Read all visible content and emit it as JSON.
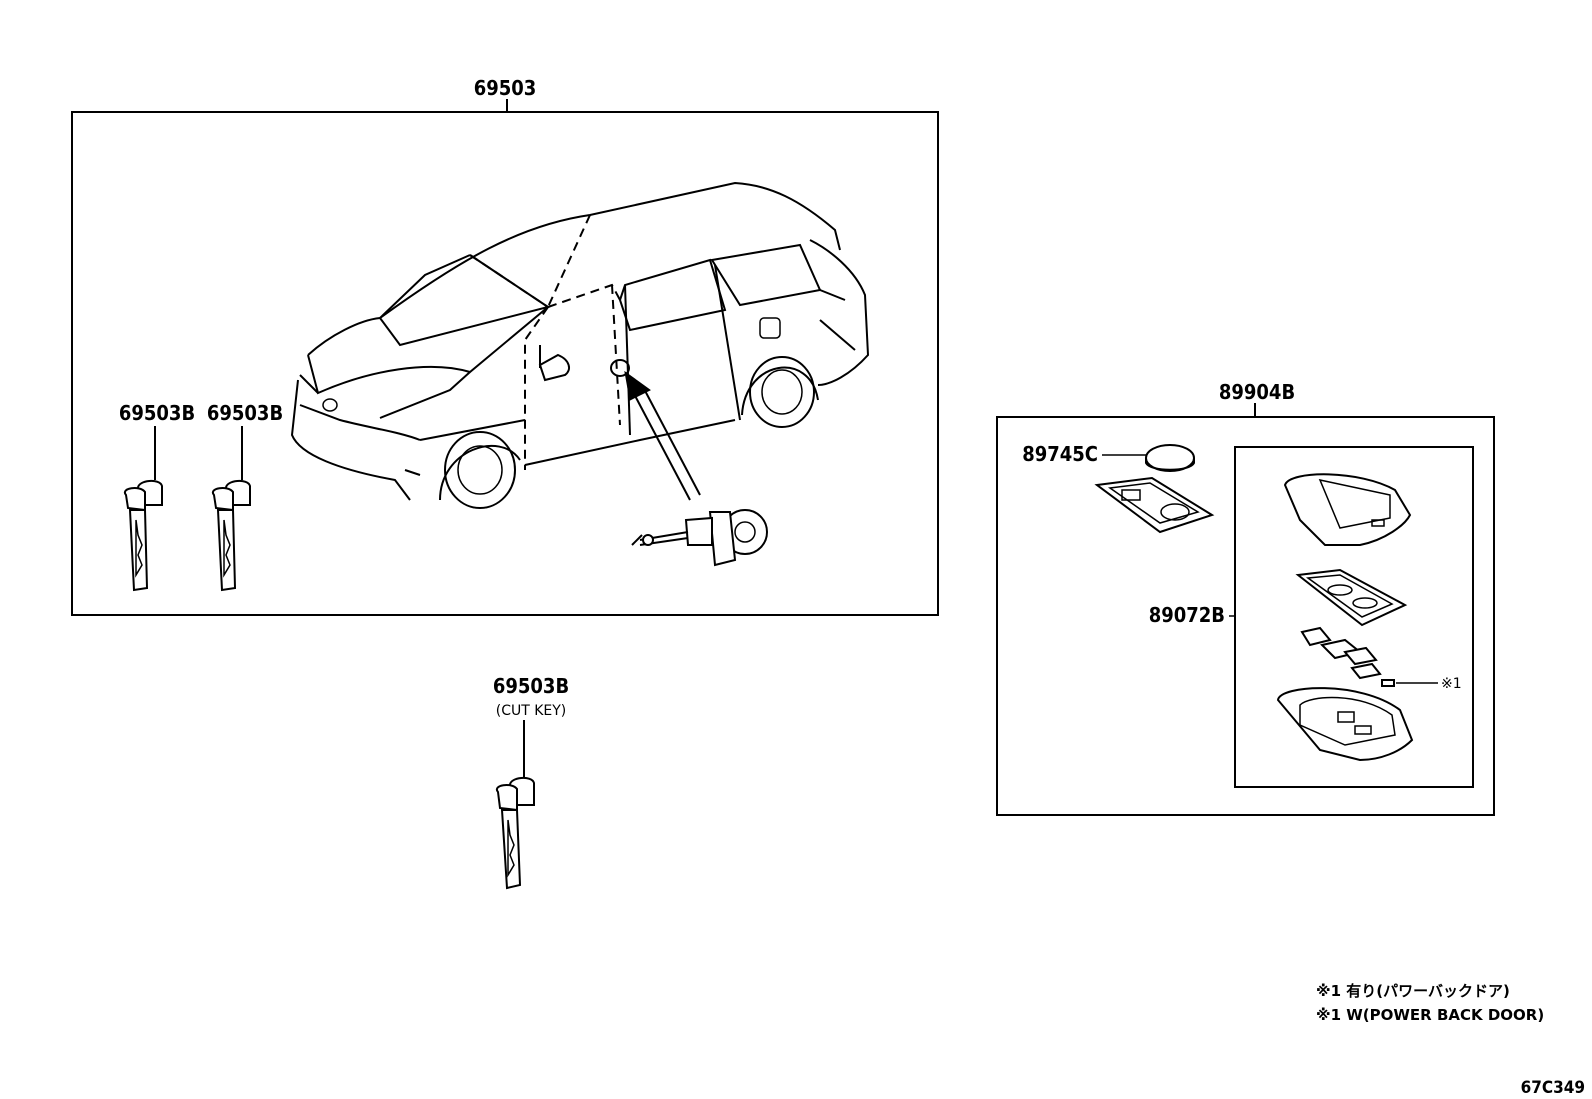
{
  "assembly": {
    "part_no": "69503",
    "key_left_1": "69503B",
    "key_left_2": "69503B"
  },
  "cut_key": {
    "part_no": "69503B",
    "caption": "(CUT KEY)"
  },
  "transmitter": {
    "part_no": "89904B",
    "battery_part_no": "89745C",
    "case_part_no": "89072B",
    "note_marker": "※1"
  },
  "notes": {
    "line1": "※1 有り(パワーバックドア)",
    "line2": "※1 W(POWER BACK DOOR)"
  },
  "figure_code": "67C349"
}
